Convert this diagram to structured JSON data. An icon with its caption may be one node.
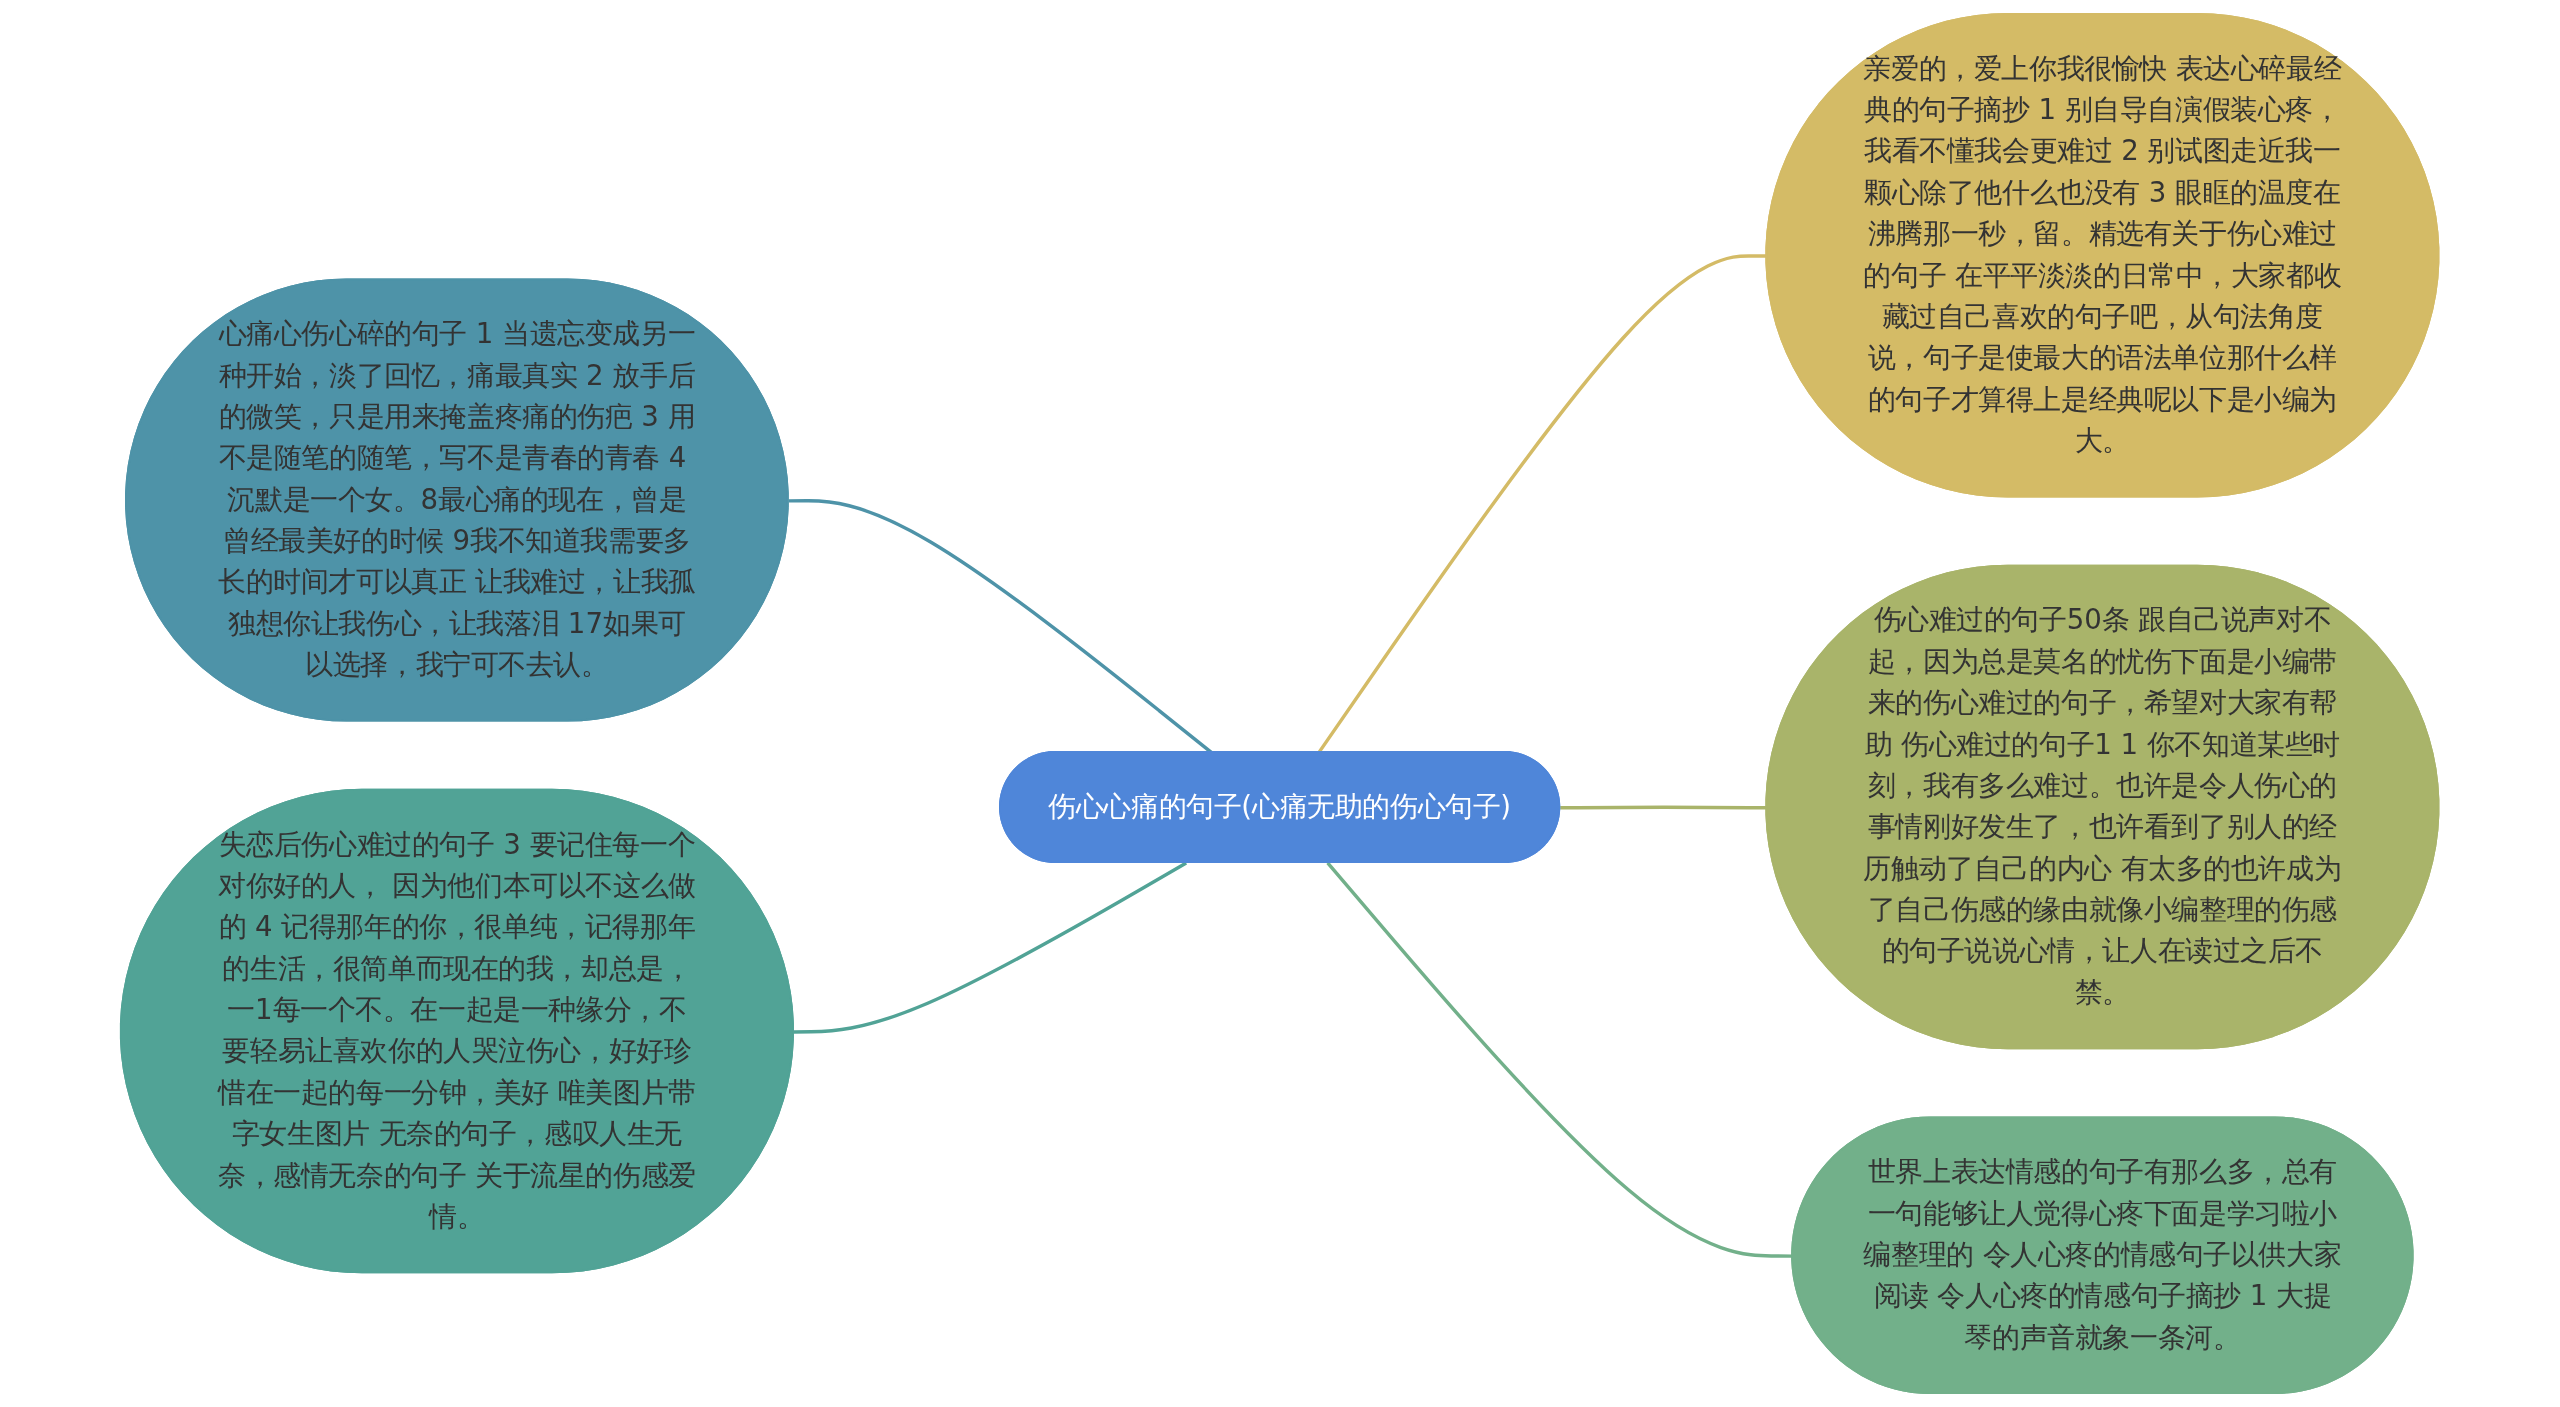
{
  "diagram": {
    "nodes": [
      {
        "text": [
          "伤心心痛的句子(心痛无助的伤心句子)"
        ]
      },
      {
        "text": [
          "心痛心伤心碎的句子 1 当遗忘变成另一种开始，淡了回忆，痛最真实 2 放手后的微笑，只是用来掩盖疼痛的伤疤 3 用不是随笔的随笔，写不是青春的青春 4 沉默是一个女。8最心痛的现在，曾是曾经最美好的时候 9我不知道我需要多长的时间才可以真正 让我难过，让我孤独想你让我伤心，让我落泪 17如果可以选择，我宁可不去认。"
        ]
      },
      {
        "text": [
          "失恋后伤心难过的句子 3 要记住每一个对你好的人， 因为他们本可以不这么做的 4 记得那年的你，很单纯，记得那年的生活，很简单而现在的我，却总是，一1每一个不。在一起是一种缘分，不要轻易让喜欢你的人哭泣伤心，好好珍惜在一起的每一分钟，美好 唯美图片带字女生图片 无奈的句子，感叹人生无奈，感情无奈的句子 关于流星的伤感爱情。"
        ]
      },
      {
        "text": [
          "亲爱的，爱上你我很愉快 表达心碎最经典的句子摘抄 1 别自导自演假装心疼，我看不懂我会更难过 2 别试图走近我一颗心除了他什么也没有 3 眼眶的温度在沸腾那一秒，留。精选有关于伤心难过的句子 在平平淡淡的日常中，大家都收藏过自己喜欢的句子吧，从句法角度说，句子是使最大的语法单位那什么样的句子才算得上是经典呢以下是小编为大。"
        ]
      },
      {
        "text": [
          "伤心难过的句子50条 跟自己说声对不起，因为总是莫名的忧伤下面是小编带来的伤心难过的句子，希望对大家有帮助 伤心难过的句子1 1 你不知道某些时刻，我有多么难过。也许是令人伤心的事情刚好发生了，也许看到了别人的经历触动了自己的内心 有太多的也许成为了自己伤感的缘由就像小编整理的伤感的句子说说心情，让人在读过之后不禁。"
        ]
      },
      {
        "text": [
          "世界上表达情感的句子有那么多，总有一句能够让人觉得心疼下面是学习啦小编整理的 令人心疼的情感句子以供大家阅读 令人心疼的情感句子摘抄 1 大提琴的声音就象一条河。"
        ]
      }
    ],
    "edges": [
      {
        "from": 1,
        "to": 0,
        "arrow": "none",
        "color": "#4e93a8"
      },
      {
        "from": 2,
        "to": 0,
        "arrow": "none",
        "color": "#51a396"
      },
      {
        "from": 0,
        "to": 3,
        "arrow": "none",
        "color": "#d4bb66"
      },
      {
        "from": 0,
        "to": 4,
        "arrow": "none",
        "color": "#a9b46a"
      },
      {
        "from": 0,
        "to": 5,
        "arrow": "none",
        "color": "#72b08a"
      }
    ]
  }
}
